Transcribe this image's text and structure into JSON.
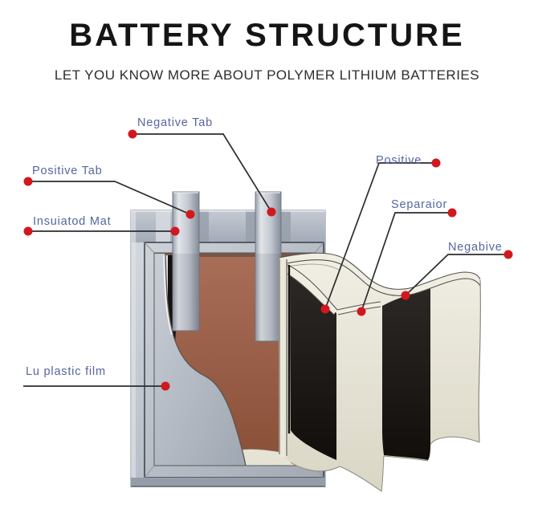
{
  "header": {
    "title": "BATTERY STRUCTURE",
    "subtitle": "LET YOU KNOW MORE ABOUT POLYMER LITHIUM BATTERIES"
  },
  "callouts": {
    "negative_tab": "Negative Tab",
    "positive_tab": "Positive Tab",
    "insulated_mat": "Insuiatod Mat",
    "alu_plastic_film": "Lu plastic film",
    "positive": "Positive",
    "separator": "Separaior",
    "negative": "Negabive"
  },
  "colors": {
    "title_text": "#151515",
    "subtitle_text": "#2d2d2d",
    "label_text": "#5666a0",
    "callout_dot_red": "#d2181f",
    "callout_line": "#2b2d2f",
    "pouch_gray": "#aeb5c0",
    "copper_core": "#a06246",
    "electrode_black": "#1a1613",
    "separator_cream": "#eceadd"
  }
}
